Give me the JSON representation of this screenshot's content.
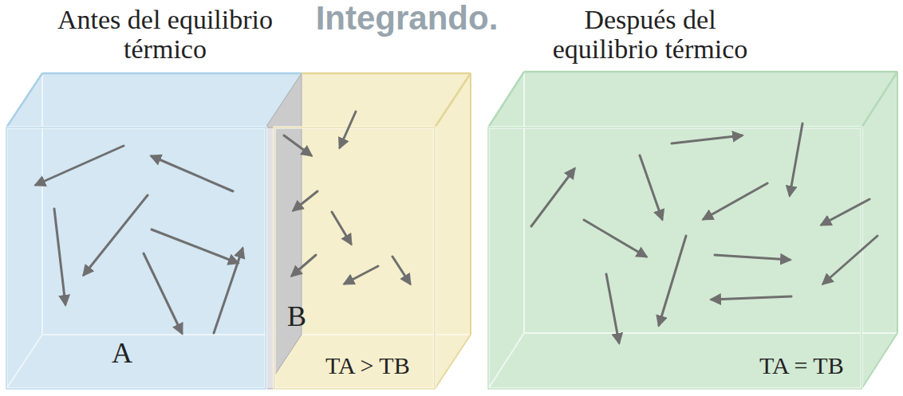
{
  "diagram": {
    "labels": [
      "Integrando.",
      "Antes del equilibrio térmico",
      "Después del equilibrio térmico",
      "A",
      "B",
      "TA > TB",
      "TA = TB"
    ]
  }
}
